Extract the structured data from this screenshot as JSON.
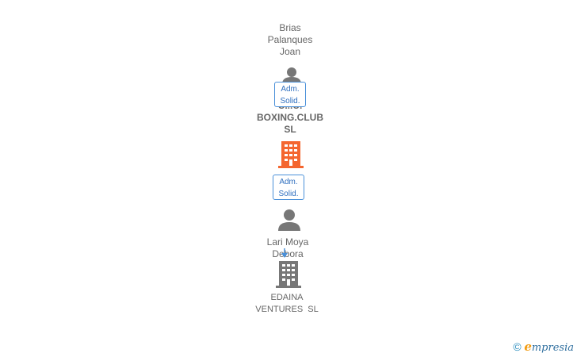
{
  "nodes": {
    "person_top": {
      "line1": "Brias",
      "line2": "Palanques",
      "line3": "Joan"
    },
    "company_center": {
      "line1": "C...U.",
      "line2": "BOXING.CLUB",
      "line3": "SL"
    },
    "person_bottom": {
      "line1": "Lari Moya",
      "line2": "Debora"
    },
    "company_bottom": {
      "line1": "EDAINA",
      "line2": "VENTURES  SL"
    }
  },
  "relations": {
    "top": {
      "line1": "Adm.",
      "line2": "Solid."
    },
    "middle": {
      "line1": "Adm.",
      "line2": "Solid."
    }
  },
  "footer": {
    "copyright": "©",
    "brand_first": "e",
    "brand_rest": "mpresia"
  },
  "colors": {
    "company_highlight": "#f4662f",
    "company_default": "#777777",
    "person": "#777777",
    "badge_border": "#4a90d9"
  }
}
